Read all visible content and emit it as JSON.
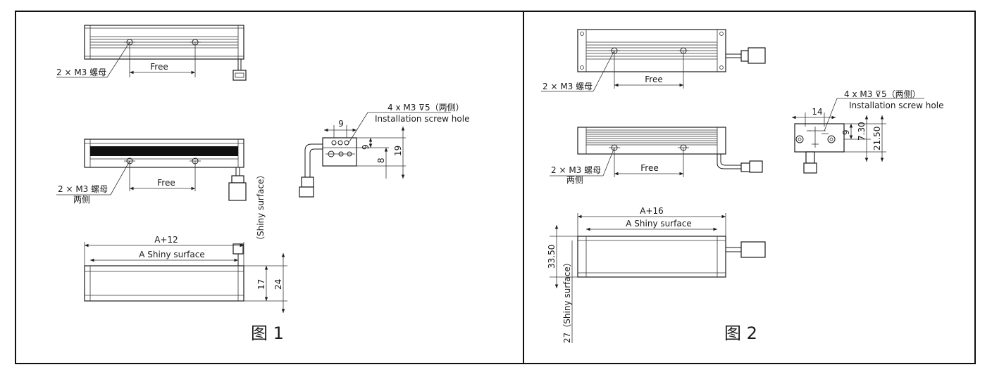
{
  "figures": [
    {
      "caption": "图 1",
      "top_view": {
        "label": "2 × M3 螺母",
        "free": "Free"
      },
      "side_view": {
        "label": "2 × M3 螺母",
        "label2": "两侧",
        "free": "Free"
      },
      "end_view": {
        "screw": "4 x  M3 ⊽5（两侧）",
        "install": "Installation screw hole",
        "dim_9": "9",
        "dim_9b": "9",
        "dim_8": "8",
        "dim_19": "19"
      },
      "front_view": {
        "overall": "A+12",
        "shiny": "A Shiny surface",
        "dim_17": "17",
        "dim_24": "24",
        "shiny_vertical": "（Shiny surface）"
      }
    },
    {
      "caption": "图 2",
      "top_view": {
        "label": "2 × M3 螺母",
        "free": "Free"
      },
      "side_view": {
        "label": "2 × M3 螺母",
        "label2": "两侧",
        "free": "Free"
      },
      "end_view": {
        "screw": "4 x  M3 ⊽5（两侧）",
        "install": "Installation screw hole",
        "dim_14": "14",
        "dim_9": "9",
        "dim_730": "7.30",
        "dim_2150": "21.50"
      },
      "front_view": {
        "overall": "A+16",
        "shiny": "A Shiny surface",
        "dim_3350": "33.50",
        "dim_27": "27（Shiny surface）"
      }
    }
  ]
}
